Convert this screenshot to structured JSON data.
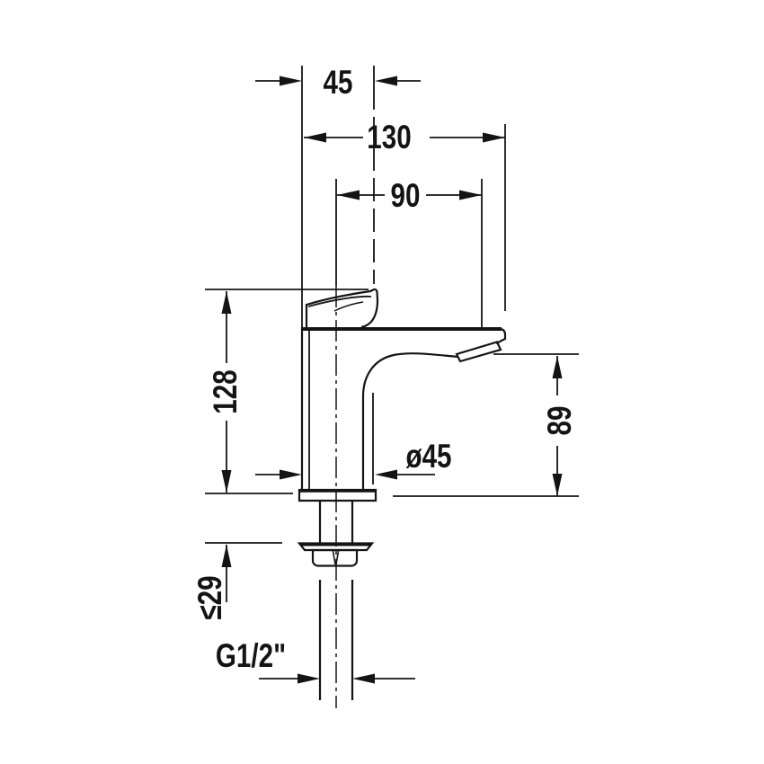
{
  "drawing": {
    "type": "technical-dimension-drawing",
    "subject": "single-hole pillar tap, side elevation",
    "dims": {
      "handle_projection": "45",
      "total_projection": "130",
      "spout_reach": "90",
      "body_height": "128",
      "outlet_height": "89",
      "base_diameter": "ø45",
      "max_panel_thickness": "≤29",
      "connection_thread": "G1/2\""
    },
    "colors": {
      "ink": "#141414",
      "background": "#ffffff"
    }
  }
}
